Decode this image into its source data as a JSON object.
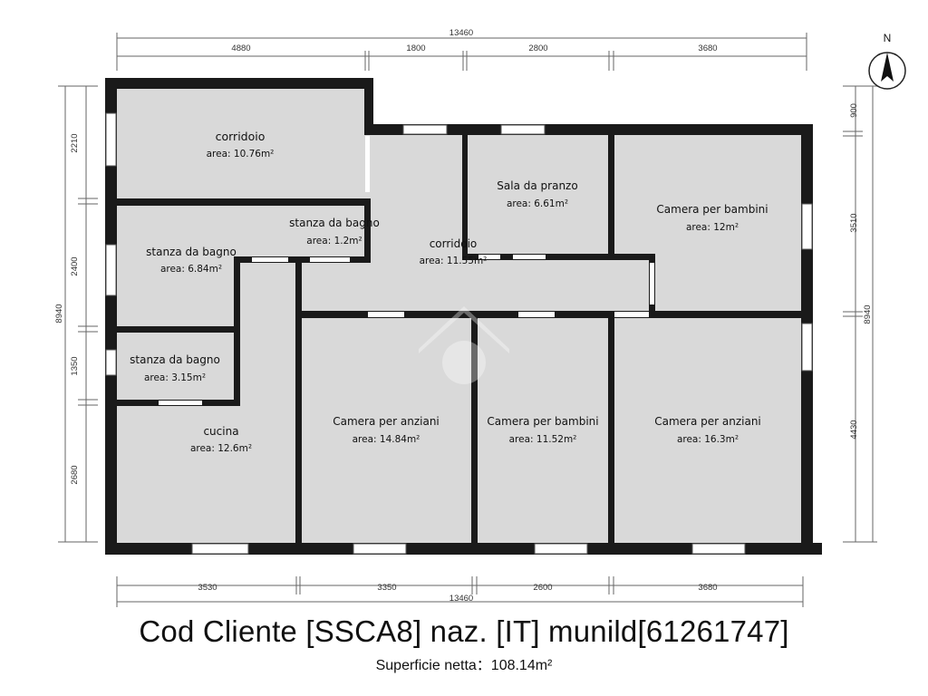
{
  "north_label": "N",
  "dimensions": {
    "top_total": "13460",
    "top_segments": [
      "4880",
      "1800",
      "2800",
      "3680"
    ],
    "bottom_total": "13460",
    "bottom_segments": [
      "3530",
      "3350",
      "2600",
      "3680"
    ],
    "left_total": "8940",
    "left_segments": [
      "2210",
      "2400",
      "1350",
      "2680"
    ],
    "right_total": "8940",
    "right_segments": [
      "900",
      "3510",
      "4430"
    ]
  },
  "rooms": {
    "corridoio_top": {
      "name": "corridoio",
      "area": "area: 10.76m²"
    },
    "bagno_mid": {
      "name": "stanza da bagno",
      "area": "area: 6.84m²"
    },
    "bagno_small": {
      "name": "stanza da bagno",
      "area": "area: 1.2m²"
    },
    "bagno_lower": {
      "name": "stanza da bagno",
      "area": "area: 3.15m²"
    },
    "cucina": {
      "name": "cucina",
      "area": "area: 12.6m²"
    },
    "corridoio_center": {
      "name": "corridoio",
      "area": "area: 11.55m²"
    },
    "sala_pranzo": {
      "name": "Sala da pranzo",
      "area": "area: 6.61m²"
    },
    "camera_bambini_ne": {
      "name": "Camera per bambini",
      "area": "area: 12m²"
    },
    "camera_anziani_s1": {
      "name": "Camera per anziani",
      "area": "area: 14.84m²"
    },
    "camera_bambini_s": {
      "name": "Camera per bambini",
      "area": "area: 11.52m²"
    },
    "camera_anziani_se": {
      "name": "Camera per anziani",
      "area": "area: 16.3m²"
    }
  },
  "footer": {
    "title": "Cod Cliente [SSCA8] naz. [IT] munild[61261747]",
    "subtitle": "Superficie netta：108.14m²"
  },
  "colors": {
    "wall": "#1a1a1a",
    "room_fill": "#d9d9d9",
    "dim_line": "#666666"
  }
}
